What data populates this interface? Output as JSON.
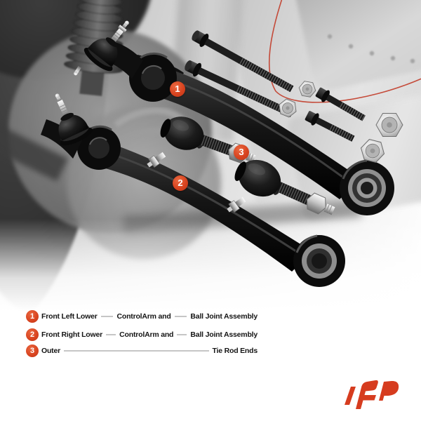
{
  "scene": {
    "description": "Product photo: two black front lower control arms with ball joints, two outer tie rod ends, four black bolts and four silver flange nuts over a blurred grayscale car suspension background",
    "parts": [
      "front-left-lower-control-arm",
      "front-right-lower-control-arm",
      "outer-tie-rod-ends",
      "hex-bolts",
      "flange-nuts"
    ]
  },
  "callouts": [
    {
      "number": "1"
    },
    {
      "number": "2"
    },
    {
      "number": "3"
    }
  ],
  "legend": {
    "items": [
      {
        "number": "1",
        "part1": "Front Left Lower",
        "part2": "ControlArm and",
        "part3": "Ball Joint Assembly"
      },
      {
        "number": "2",
        "part1": "Front Right Lower",
        "part2": "ControlArm and",
        "part3": "Ball Joint Assembly"
      },
      {
        "number": "3",
        "part1": "Outer",
        "part3": "Tie Rod Ends"
      }
    ]
  },
  "colors": {
    "accent": "#d8431f",
    "logo_red": "#d63c1f",
    "highlight_arc": "#c23b28",
    "text": "#141414",
    "connector_line": "#c6c6c6"
  }
}
